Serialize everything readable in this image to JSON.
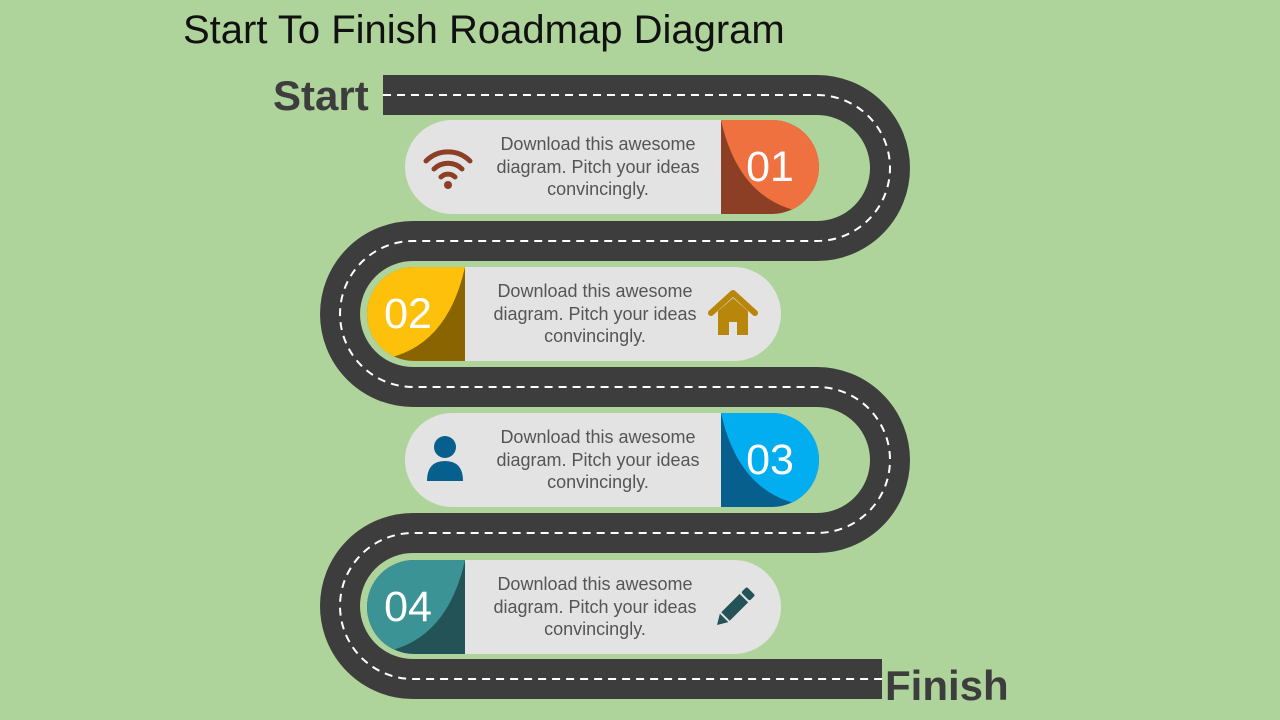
{
  "title": "Start To Finish Roadmap Diagram",
  "start_label": "Start",
  "finish_label": "Finish",
  "colors": {
    "background": "#afd49b",
    "road": "#3d3d3d",
    "card": "#e3e3e3"
  },
  "steps": [
    {
      "number": "01",
      "text": "Download this awesome diagram. Pitch your ideas convincingly.",
      "icon": "wifi-icon",
      "color": "#ef7140",
      "shade": "#8c3f24"
    },
    {
      "number": "02",
      "text": "Download this awesome diagram. Pitch your ideas convincingly.",
      "icon": "home-icon",
      "color": "#fdc10c",
      "shade": "#8a6400"
    },
    {
      "number": "03",
      "text": "Download this awesome diagram. Pitch your ideas convincingly.",
      "icon": "user-icon",
      "color": "#02aeef",
      "shade": "#075f8e"
    },
    {
      "number": "04",
      "text": "Download this awesome diagram. Pitch your ideas convincingly.",
      "icon": "pencil-icon",
      "color": "#3c9396",
      "shade": "#235357"
    }
  ]
}
